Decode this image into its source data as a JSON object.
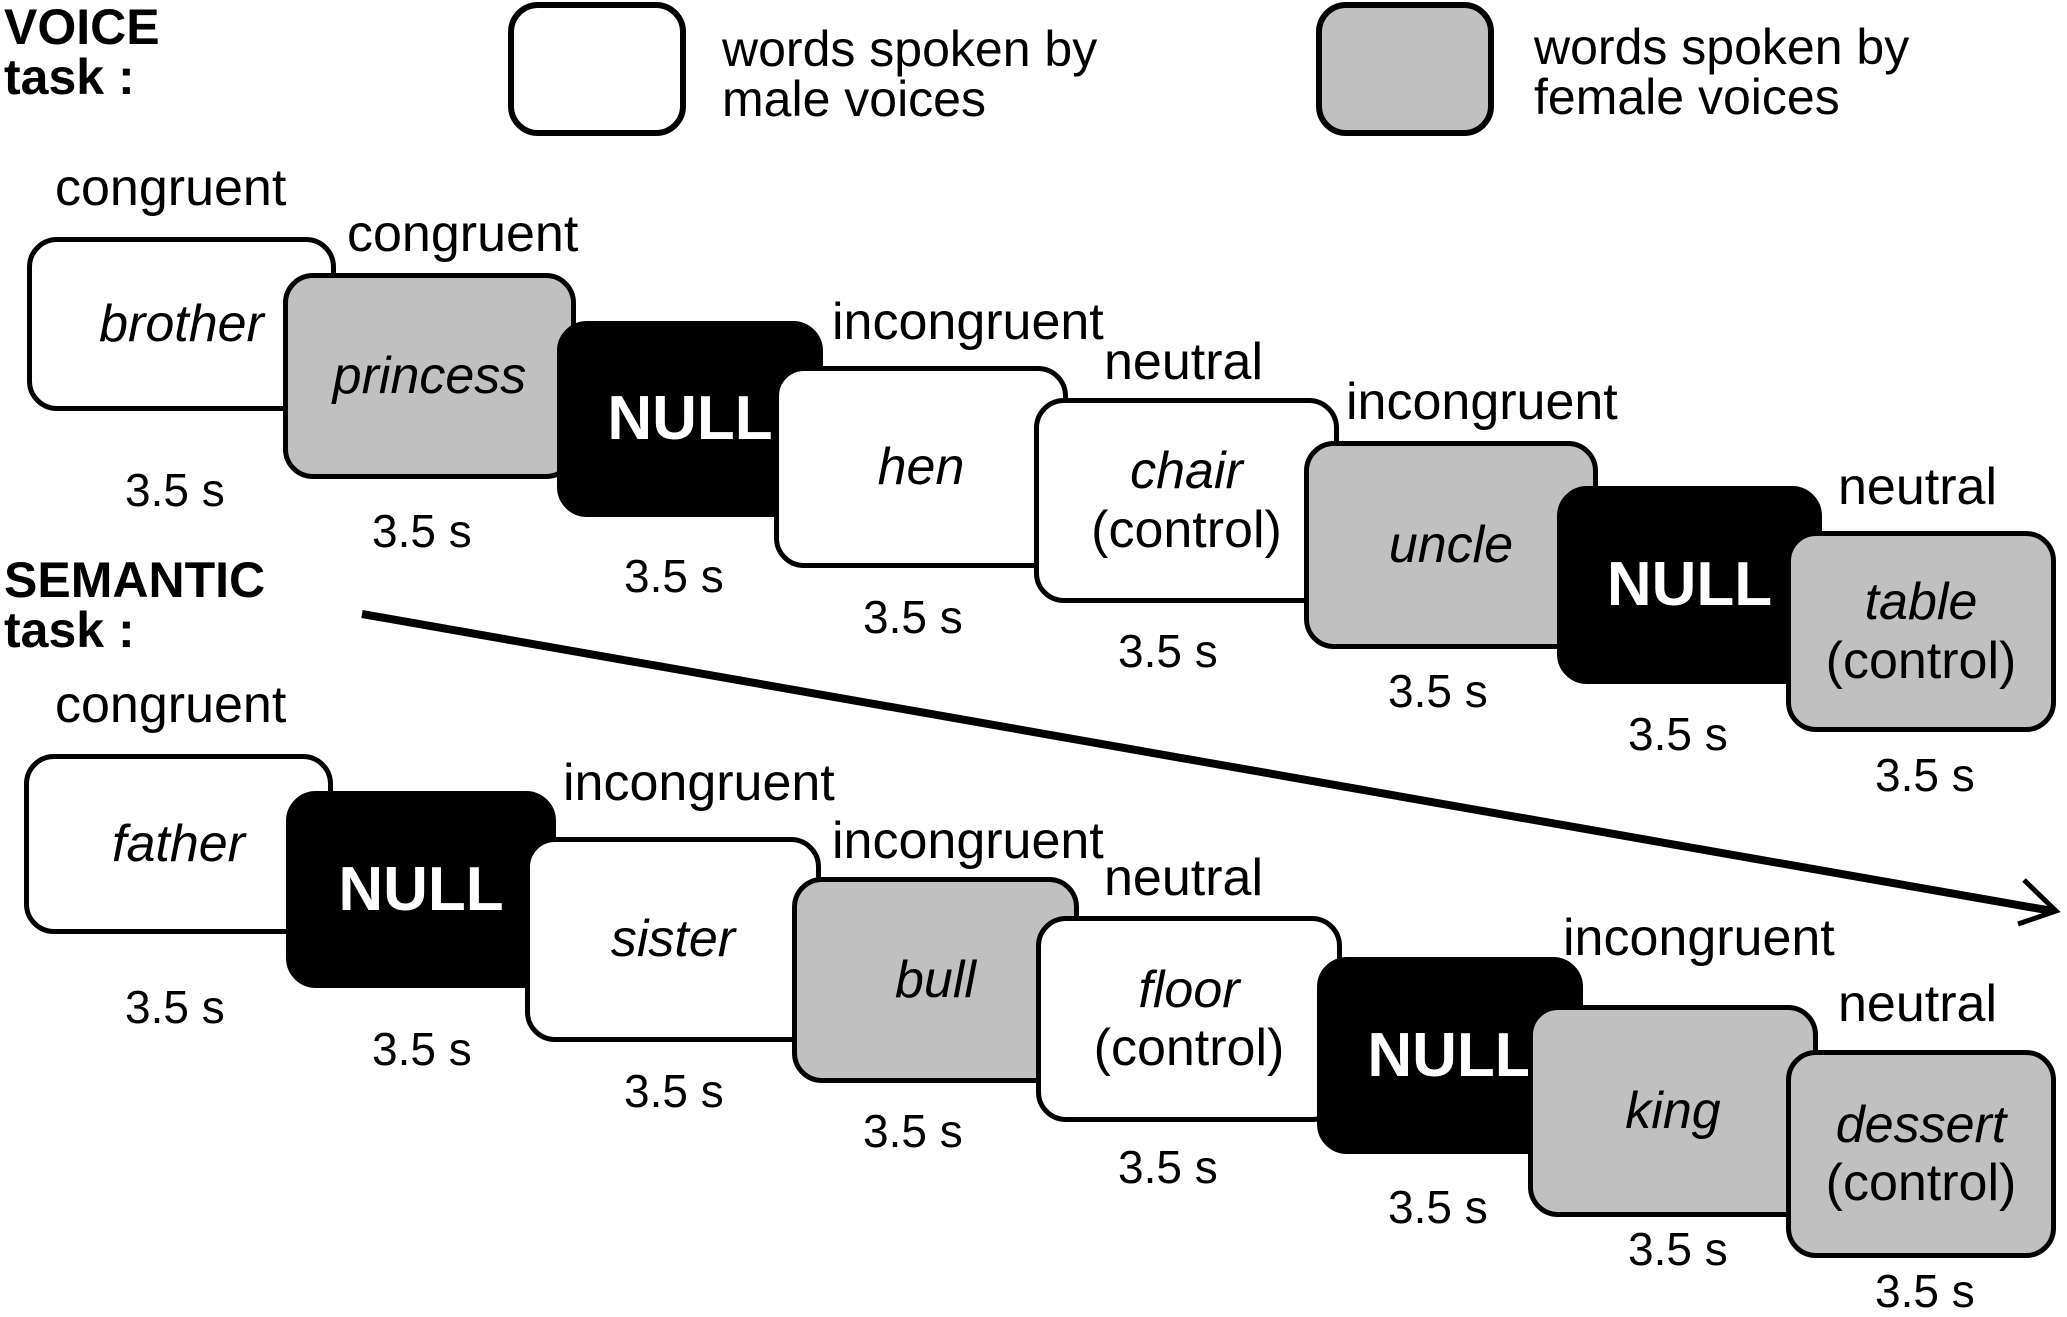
{
  "legend": {
    "voice_heading": "VOICE\ntask :",
    "male_label": "words spoken by\nmale voices",
    "female_label": "words spoken by\nfemale voices"
  },
  "semantic_heading": "SEMANTIC\ntask :",
  "colors": {
    "male": "#ffffff",
    "female": "#c0c0c0",
    "null": "#000000"
  },
  "voice_trials": [
    {
      "condition": "congruent",
      "word": "brother",
      "control": "",
      "voice": "male",
      "duration": "3.5 s"
    },
    {
      "condition": "congruent",
      "word": "princess",
      "control": "",
      "voice": "female",
      "duration": "3.5 s"
    },
    {
      "condition": "",
      "word": "NULL",
      "control": "",
      "voice": "null",
      "duration": "3.5 s"
    },
    {
      "condition": "incongruent",
      "word": "hen",
      "control": "",
      "voice": "male",
      "duration": "3.5 s"
    },
    {
      "condition": "neutral",
      "word": "chair",
      "control": "(control)",
      "voice": "male",
      "duration": "3.5 s"
    },
    {
      "condition": "incongruent",
      "word": "uncle",
      "control": "",
      "voice": "female",
      "duration": "3.5 s"
    },
    {
      "condition": "",
      "word": "NULL",
      "control": "",
      "voice": "null",
      "duration": "3.5 s"
    },
    {
      "condition": "neutral",
      "word": "table",
      "control": "(control)",
      "voice": "female",
      "duration": "3.5 s"
    }
  ],
  "semantic_trials": [
    {
      "condition": "congruent",
      "word": "father",
      "control": "",
      "voice": "male",
      "duration": "3.5 s"
    },
    {
      "condition": "",
      "word": "NULL",
      "control": "",
      "voice": "null",
      "duration": "3.5 s"
    },
    {
      "condition": "incongruent",
      "word": "sister",
      "control": "",
      "voice": "male",
      "duration": "3.5 s"
    },
    {
      "condition": "incongruent",
      "word": "bull",
      "control": "",
      "voice": "female",
      "duration": "3.5 s"
    },
    {
      "condition": "neutral",
      "word": "floor",
      "control": "(control)",
      "voice": "male",
      "duration": "3.5 s"
    },
    {
      "condition": "",
      "word": "NULL",
      "control": "",
      "voice": "null",
      "duration": "3.5 s"
    },
    {
      "condition": "incongruent",
      "word": "king",
      "control": "",
      "voice": "female",
      "duration": "3.5 s"
    },
    {
      "condition": "neutral",
      "word": "dessert",
      "control": "(control)",
      "voice": "female",
      "duration": "3.5 s"
    }
  ]
}
